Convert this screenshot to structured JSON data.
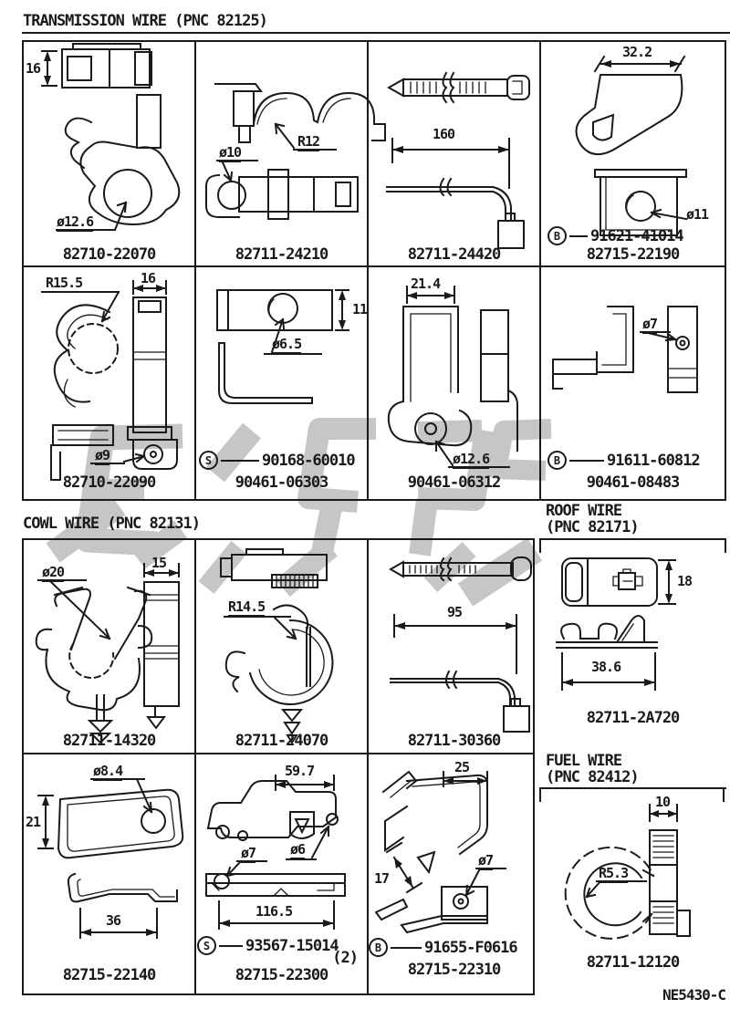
{
  "page": {
    "doc_code": "NE5430-C",
    "paper": "#ffffff",
    "ink": "#1a1a1a",
    "watermark_color": "#c6c6c6"
  },
  "sections": {
    "transmission": {
      "title": "TRANSMISSION WIRE (PNC 82125)"
    },
    "cowl": {
      "title": "COWL WIRE (PNC 82131)"
    },
    "roof": {
      "line1": "ROOF WIRE",
      "line2": "(PNC 82171)"
    },
    "fuel": {
      "line1": "FUEL WIRE",
      "line2": "(PNC 82412)"
    }
  },
  "cells": {
    "c11": {
      "part_number": "82710-22070",
      "dims": {
        "d1": "16",
        "d2": "ø12.6"
      }
    },
    "c12": {
      "part_number": "82711-24210",
      "dims": {
        "d1": "R12",
        "d2": "ø10"
      }
    },
    "c13": {
      "part_number": "82711-24420",
      "dims": {
        "d1": "160"
      }
    },
    "c14": {
      "part_number": "82715-22190",
      "ref_mark": "B",
      "ref_number": "91621-41014",
      "dims": {
        "d1": "32.2",
        "d2": "ø11"
      }
    },
    "c21": {
      "part_number": "82710-22090",
      "dims": {
        "d1": "R15.5",
        "d2": "16",
        "d3": "ø9"
      }
    },
    "c22": {
      "part_number": "90461-06303",
      "ref_mark": "S",
      "ref_number": "90168-60010",
      "dims": {
        "d1": "11",
        "d2": "ø6.5"
      }
    },
    "c23": {
      "part_number": "90461-06312",
      "dims": {
        "d1": "21.4",
        "d2": "ø12.6"
      }
    },
    "c24": {
      "part_number": "90461-08483",
      "ref_mark": "B",
      "ref_number": "91611-60812",
      "dims": {
        "d1": "ø7"
      }
    },
    "c31": {
      "part_number": "82711-14320",
      "dims": {
        "d1": "ø20",
        "d2": "15"
      }
    },
    "c32": {
      "part_number": "82711-24070",
      "dims": {
        "d1": "R14.5"
      }
    },
    "c33": {
      "part_number": "82711-30360",
      "dims": {
        "d1": "95"
      }
    },
    "c34": {
      "part_number": "82711-2A720",
      "dims": {
        "d1": "18",
        "d2": "38.6"
      }
    },
    "c41": {
      "part_number": "82715-22140",
      "dims": {
        "d1": "ø8.4",
        "d2": "21",
        "d3": "36"
      }
    },
    "c42": {
      "part_number": "82715-22300",
      "ref_mark": "S",
      "ref_number": "93567-15014",
      "ref_qty": "(2)",
      "dims": {
        "d1": "59.7",
        "d2": "ø6",
        "d3": "ø7",
        "d4": "116.5"
      }
    },
    "c43": {
      "part_number": "82715-22310",
      "ref_mark": "B",
      "ref_number": "91655-F0616",
      "dims": {
        "d1": "25",
        "d2": "17",
        "d3": "ø7"
      }
    },
    "c44": {
      "part_number": "82711-12120",
      "dims": {
        "d1": "10",
        "d2": "R5.3"
      }
    }
  }
}
